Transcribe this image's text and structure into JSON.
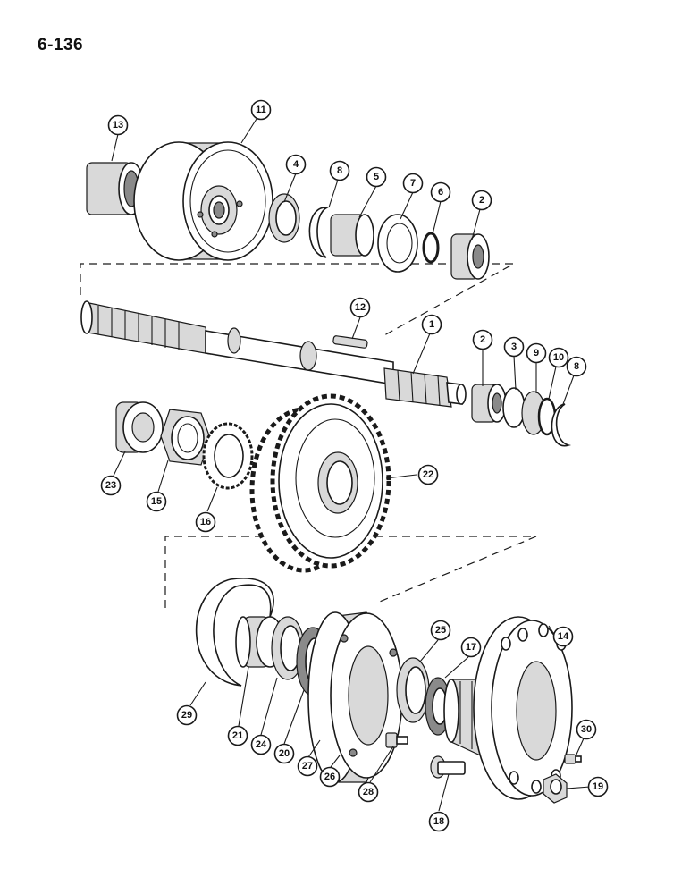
{
  "page_number": "6-136",
  "callouts": {
    "c13": "13",
    "c11": "11",
    "c4": "4",
    "c8a": "8",
    "c5": "5",
    "c7": "7",
    "c6": "6",
    "c2a": "2",
    "c12": "12",
    "c1": "1",
    "c2b": "2",
    "c3": "3",
    "c9": "9",
    "c10": "10",
    "c8b": "8",
    "c23": "23",
    "c15": "15",
    "c16": "16",
    "c22": "22",
    "c25": "25",
    "c17": "17",
    "c14": "14",
    "c29": "29",
    "c21": "21",
    "c24": "24",
    "c20": "20",
    "c27": "27",
    "c26": "26",
    "c28": "28",
    "c18": "18",
    "c30": "30",
    "c19": "19"
  }
}
